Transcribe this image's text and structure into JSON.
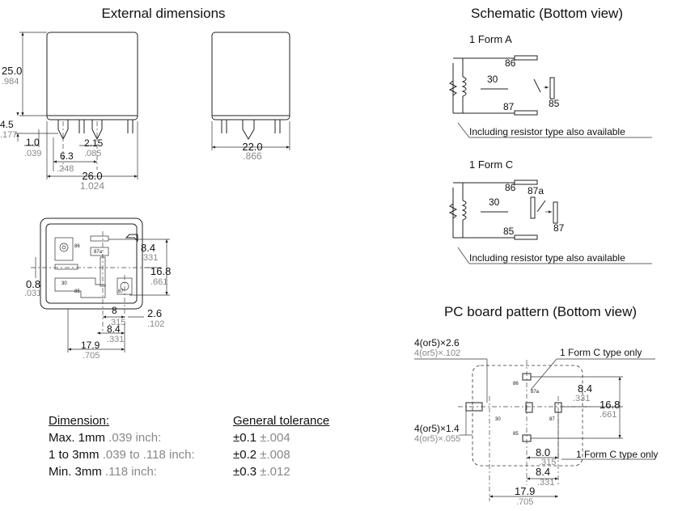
{
  "sections": {
    "external": "External dimensions",
    "schematic": "Schematic (Bottom view)",
    "pcb": "PC board pattern (Bottom view)"
  },
  "external_dims": {
    "height_mm": "25.0",
    "height_in": ".984",
    "pin_len_mm": "4.5",
    "pin_len_in": ".177",
    "pin_w_mm": "1.0",
    "pin_w_in": ".039",
    "pitch1_mm": "6.3",
    "pitch1_in": ".248",
    "pitch2_mm": "2.15",
    "pitch2_in": ".085",
    "length_mm": "26.0",
    "length_in": "1.024",
    "width_mm": "22.0",
    "width_in": ".866"
  },
  "bottom_dims": {
    "d1_mm": "8.4",
    "d1_in": ".331",
    "d2_mm": "16.8",
    "d2_in": ".661",
    "d3_mm": "0.8",
    "d3_in": ".031",
    "d4_mm": "8",
    "d4_in": ".315",
    "d5_mm": "2.6",
    "d5_in": ".102",
    "d6_mm": "8.4",
    "d6_in": ".331",
    "d7_mm": "17.9",
    "d7_in": ".705",
    "pins": [
      "86",
      "87a",
      "30",
      "85",
      "87"
    ]
  },
  "schematic": {
    "form_a": "1 Form A",
    "form_c": "1 Form C",
    "note": "Including resistor type also available",
    "pins_a": [
      "86",
      "30",
      "85",
      "87"
    ],
    "pins_c": [
      "86",
      "30",
      "87a",
      "85",
      "87"
    ]
  },
  "pcb": {
    "hole1_mm": "4(or5)×2.6",
    "hole1_in": "4(or5)×.102",
    "hole2_mm": "4(or5)×1.4",
    "hole2_in": "4(or5)×.055",
    "note_c1": "1 Form C type only",
    "note_c2": "1 Form C type only",
    "d1_mm": "8.4",
    "d1_in": ".331",
    "d2_mm": "16.8",
    "d2_in": ".661",
    "d3_mm": "8.0",
    "d3_in": ".315",
    "d4_mm": "8.4",
    "d4_in": ".331",
    "d5_mm": "17.9",
    "d5_in": ".705",
    "pins": [
      "86",
      "87a",
      "30",
      "87",
      "85"
    ]
  },
  "tolerance": {
    "header_dim": "Dimension:",
    "header_tol": "General tolerance",
    "rows": [
      {
        "mm": "Max. 1mm",
        "inch": ".039 inch:",
        "tol": "±0.1",
        "tol_in": "±.004"
      },
      {
        "mm": "1 to 3mm",
        "inch": ".039 to .118 inch:",
        "tol": "±0.2",
        "tol_in": "±.008"
      },
      {
        "mm": "Min. 3mm",
        "inch": ".118 inch:",
        "tol": "±0.3",
        "tol_in": "±.012"
      }
    ]
  }
}
